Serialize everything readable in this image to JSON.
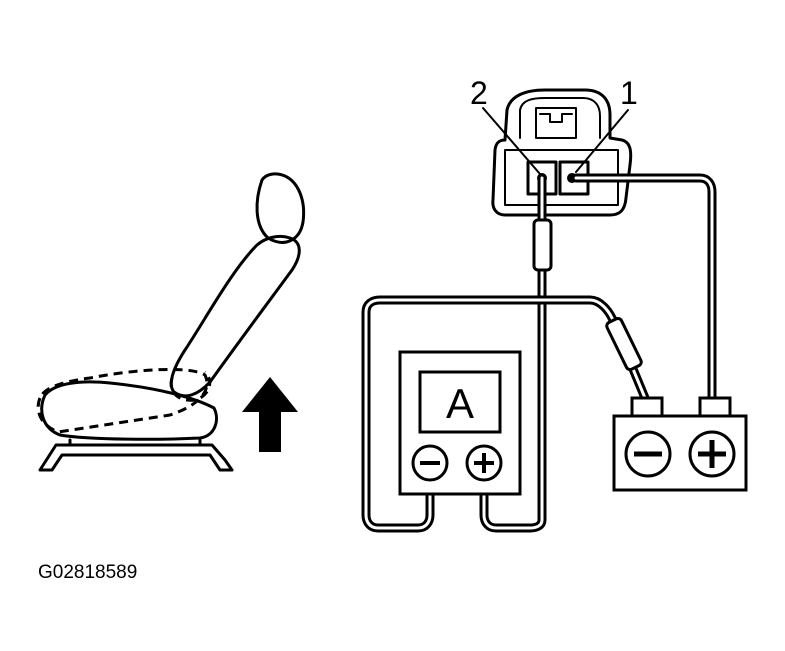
{
  "figure_code": "G02818589",
  "terminal_labels": [
    "2",
    "1"
  ],
  "meter_label": "A",
  "sign_minus": "−",
  "sign_plus": "+",
  "arrow_direction": "up"
}
